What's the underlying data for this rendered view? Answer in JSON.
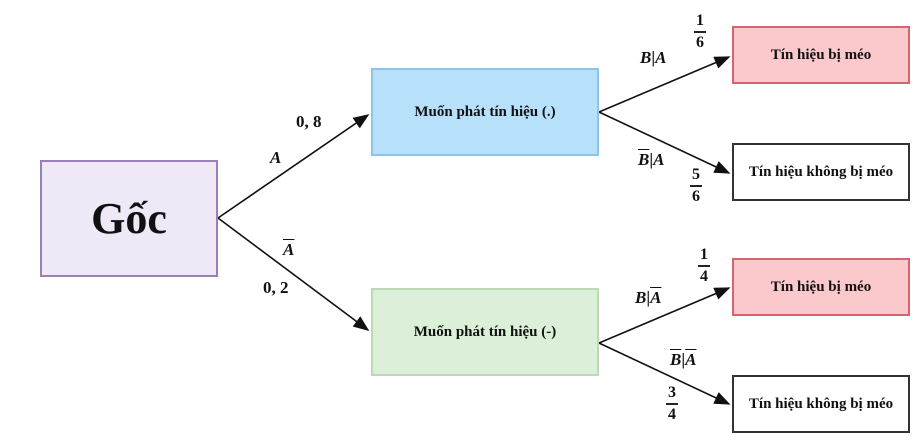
{
  "nodes": {
    "root": "Gốc",
    "send_dot": "Muốn phát tín hiệu (.)",
    "send_dash": "Muốn phát tín hiệu (-)",
    "leaf1": "Tín hiệu bị méo",
    "leaf2": "Tín hiệu không bị méo",
    "leaf3": "Tín hiệu bị méo",
    "leaf4": "Tín hiệu không bị méo"
  },
  "edges": {
    "root_to_dot": {
      "event": "A",
      "prob": "0, 8"
    },
    "root_to_dash": {
      "event": "A",
      "event_bar": true,
      "prob": "0, 2"
    },
    "dot_to_leaf1": {
      "event_left": "B",
      "sep": "|",
      "event_right": "A",
      "num": "1",
      "den": "6"
    },
    "dot_to_leaf2": {
      "event_left": "B",
      "sep": "|",
      "event_right": "A",
      "num": "5",
      "den": "6"
    },
    "dash_to_leaf3": {
      "event_left": "B",
      "sep": "|",
      "event_right": "A",
      "num": "1",
      "den": "4"
    },
    "dash_to_leaf4": {
      "event_left": "B",
      "sep": "|",
      "event_right": "A",
      "num": "3",
      "den": "4"
    }
  },
  "colors": {
    "root_fill": "#efe8f6",
    "dot_fill": "#b7e0fb",
    "dash_fill": "#dcefd8",
    "distorted_fill": "#fbc8cc",
    "clean_fill": "#ffffff"
  }
}
